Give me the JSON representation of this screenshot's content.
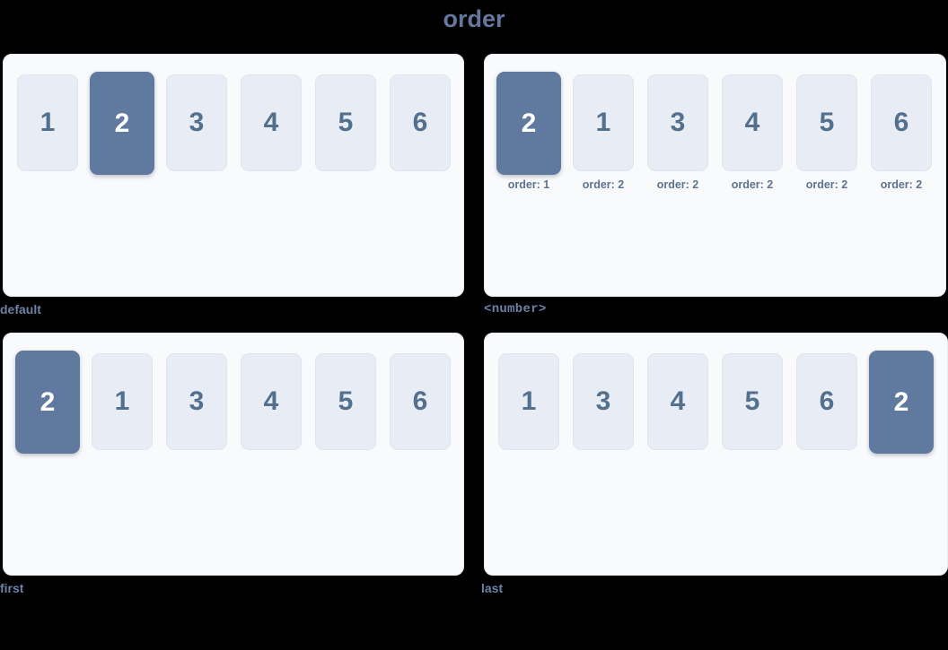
{
  "title": "order",
  "colors": {
    "background": "#000000",
    "title_text": "#64789e",
    "card_background": "#f9fafc",
    "card_border": "#e7ebf2",
    "box_background": "#e8edf5",
    "box_text": "#53708f",
    "highlight_background": "#60799e",
    "highlight_text": "#ffffff",
    "caption_text": "#6b82a6",
    "note_text": "#5c7392"
  },
  "cards": [
    {
      "caption": "default",
      "caption_style": "text",
      "items": [
        {
          "label": "1",
          "highlighted": false,
          "note": null
        },
        {
          "label": "2",
          "highlighted": true,
          "note": null
        },
        {
          "label": "3",
          "highlighted": false,
          "note": null
        },
        {
          "label": "4",
          "highlighted": false,
          "note": null
        },
        {
          "label": "5",
          "highlighted": false,
          "note": null
        },
        {
          "label": "6",
          "highlighted": false,
          "note": null
        }
      ]
    },
    {
      "caption": "<number>",
      "caption_style": "mono",
      "items": [
        {
          "label": "2",
          "highlighted": true,
          "note": "order: 1"
        },
        {
          "label": "1",
          "highlighted": false,
          "note": "order: 2"
        },
        {
          "label": "3",
          "highlighted": false,
          "note": "order: 2"
        },
        {
          "label": "4",
          "highlighted": false,
          "note": "order: 2"
        },
        {
          "label": "5",
          "highlighted": false,
          "note": "order: 2"
        },
        {
          "label": "6",
          "highlighted": false,
          "note": "order: 2"
        }
      ]
    },
    {
      "caption": "first",
      "caption_style": "text",
      "items": [
        {
          "label": "2",
          "highlighted": true,
          "note": null
        },
        {
          "label": "1",
          "highlighted": false,
          "note": null
        },
        {
          "label": "3",
          "highlighted": false,
          "note": null
        },
        {
          "label": "4",
          "highlighted": false,
          "note": null
        },
        {
          "label": "5",
          "highlighted": false,
          "note": null
        },
        {
          "label": "6",
          "highlighted": false,
          "note": null
        }
      ]
    },
    {
      "caption": "last",
      "caption_style": "text",
      "items": [
        {
          "label": "1",
          "highlighted": false,
          "note": null
        },
        {
          "label": "3",
          "highlighted": false,
          "note": null
        },
        {
          "label": "4",
          "highlighted": false,
          "note": null
        },
        {
          "label": "5",
          "highlighted": false,
          "note": null
        },
        {
          "label": "6",
          "highlighted": false,
          "note": null
        },
        {
          "label": "2",
          "highlighted": true,
          "note": null
        }
      ]
    }
  ]
}
